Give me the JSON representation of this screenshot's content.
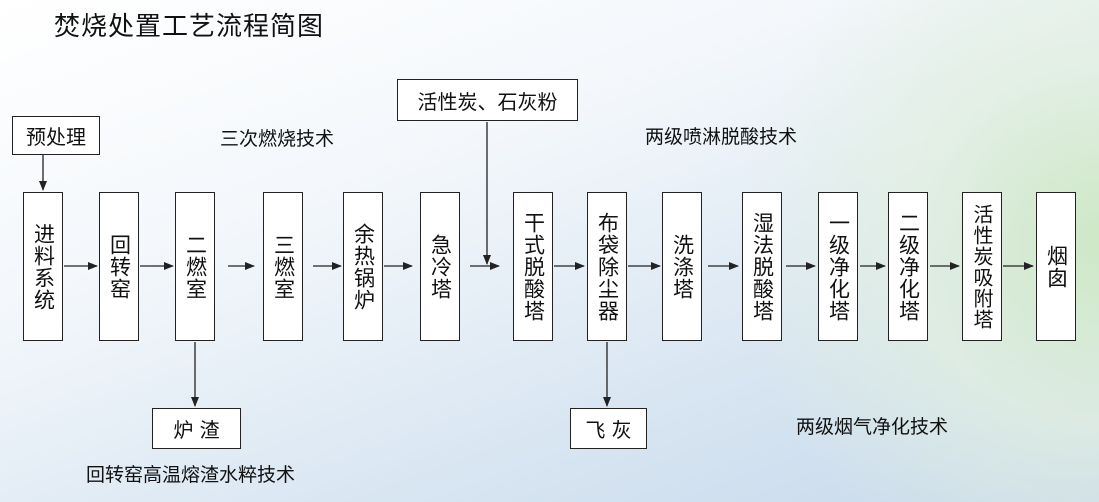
{
  "title": "焚烧处置工艺流程简图",
  "steps": [
    {
      "id": "feed",
      "label": "进料系统"
    },
    {
      "id": "kiln",
      "label": "回转窑"
    },
    {
      "id": "secondary",
      "label": "二燃室"
    },
    {
      "id": "tertiary",
      "label": "三燃室"
    },
    {
      "id": "boiler",
      "label": "余热锅炉"
    },
    {
      "id": "quench",
      "label": "急冷塔"
    },
    {
      "id": "dry_deacid",
      "label": "干式脱酸塔"
    },
    {
      "id": "baghouse",
      "label": "布袋除尘器"
    },
    {
      "id": "wash",
      "label": "洗涤塔"
    },
    {
      "id": "wet_deacid",
      "label": "湿法脱酸塔"
    },
    {
      "id": "purify1",
      "label": "一级净化塔"
    },
    {
      "id": "purify2",
      "label": "二级净化塔"
    },
    {
      "id": "carbon",
      "label": "活性炭吸附塔"
    },
    {
      "id": "chimney",
      "label": "烟囱"
    }
  ],
  "side_boxes": {
    "pretreat": "预处理",
    "carbon_lime": "活性炭、石灰粉",
    "slag": "炉 渣",
    "fly_ash": "飞 灰"
  },
  "tech_labels": {
    "triple_combustion": "三次燃烧技术",
    "two_stage_spray": "两级喷淋脱酸技术",
    "slag_tech": "回转窑高温熔渣水粹技术",
    "flue_gas": "两级烟气净化技术"
  }
}
